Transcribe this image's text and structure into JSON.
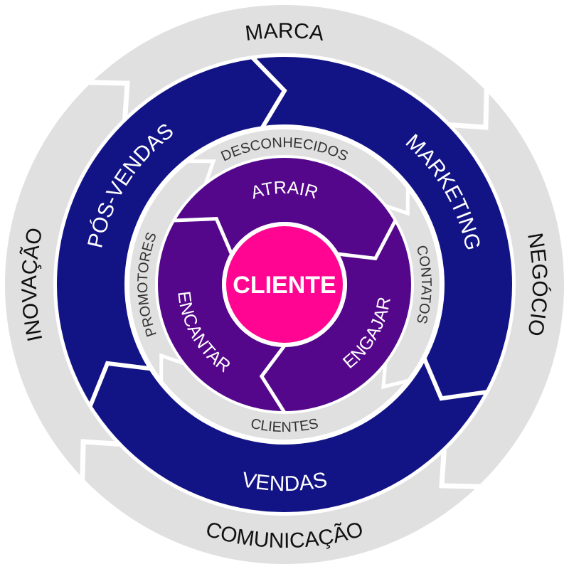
{
  "colors": {
    "outer_ring": "#e0e0e0",
    "blue_ring": "#121385",
    "inner_ring": "#e0e0e0",
    "purple_ring": "#54078b",
    "center": "#ff0591",
    "separator": "#ffffff"
  },
  "outer_ring": {
    "labels": [
      "MARCA",
      "NEGÓCIO",
      "COMUNICAÇÃO",
      "INOVAÇÃO"
    ]
  },
  "blue_ring": {
    "labels": [
      "MARKETING",
      "VENDAS",
      "PÓS-VENDAS"
    ]
  },
  "inner_ring": {
    "labels": [
      "DESCONHECIDOS",
      "CONTATOS",
      "CLIENTES",
      "PROMOTORES"
    ]
  },
  "purple_ring": {
    "labels": [
      "ATRAIR",
      "ENGAJAR",
      "ENCANTAR"
    ]
  },
  "center": {
    "label": "CLIENTE"
  }
}
